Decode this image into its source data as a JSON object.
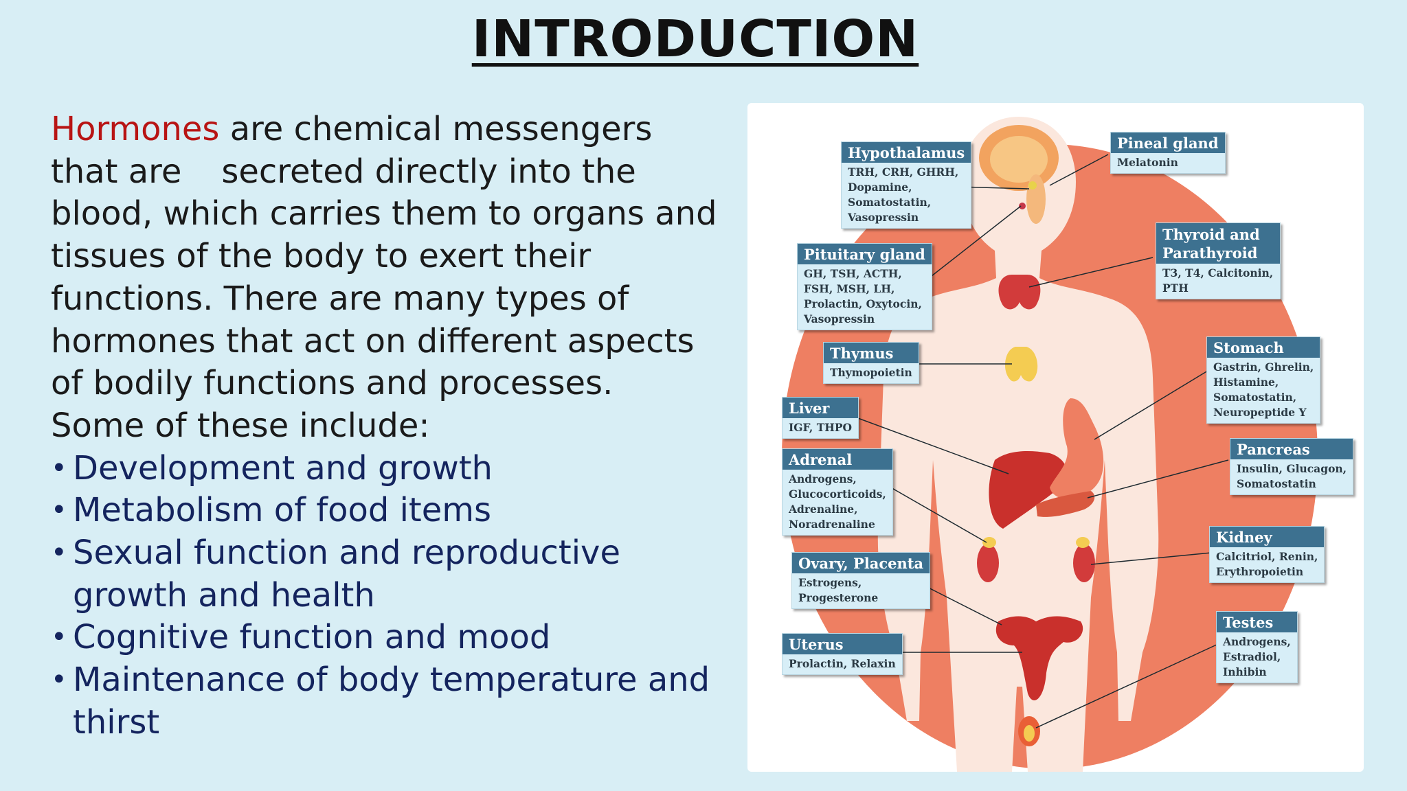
{
  "title": "INTRODUCTION",
  "intro": {
    "highlight": "Hormones",
    "line1_rest": " are chemical messengers",
    "line2a": "that are",
    "line2b": "secreted directly into the",
    "rest": "blood, which carries them to organs and tissues of the body to exert their functions. There are many types of hormones that act on different aspects of bodily functions and processes.",
    "lead": "Some of these include:"
  },
  "bullets": [
    "Development and growth",
    "Metabolism of food items",
    "Sexual function and reproductive growth and health",
    "Cognitive function and mood",
    "Maintenance of body temperature and thirst"
  ],
  "diagram": {
    "labels": {
      "hypothalamus": {
        "name": "Hypothalamus",
        "hormones": [
          "TRH, CRH, GHRH,",
          "Dopamine,",
          "Somatostatin,",
          "Vasopressin"
        ]
      },
      "pituitary": {
        "name": "Pituitary gland",
        "hormones": [
          "GH, TSH, ACTH,",
          "FSH, MSH, LH,",
          "Prolactin, Oxytocin,",
          "Vasopressin"
        ]
      },
      "thymus": {
        "name": "Thymus",
        "hormones": [
          "Thymopoietin"
        ]
      },
      "liver": {
        "name": "Liver",
        "hormones": [
          "IGF, THPO"
        ]
      },
      "adrenal": {
        "name": "Adrenal",
        "hormones": [
          "Androgens,",
          "Glucocorticoids,",
          "Adrenaline,",
          "Noradrenaline"
        ]
      },
      "ovary": {
        "name": "Ovary, Placenta",
        "hormones": [
          "Estrogens,",
          "Progesterone"
        ]
      },
      "uterus": {
        "name": "Uterus",
        "hormones": [
          "Prolactin, Relaxin"
        ]
      },
      "pineal": {
        "name": "Pineal gland",
        "hormones": [
          "Melatonin"
        ]
      },
      "thyroid": {
        "name": "Thyroid and Parathyroid",
        "hormones": [
          "T3, T4, Calcitonin, PTH"
        ]
      },
      "stomach": {
        "name": "Stomach",
        "hormones": [
          "Gastrin, Ghrelin,",
          "Histamine,",
          "Somatostatin,",
          "Neuropeptide Y"
        ]
      },
      "pancreas": {
        "name": "Pancreas",
        "hormones": [
          "Insulin, Glucagon,",
          "Somatostatin"
        ]
      },
      "kidney": {
        "name": "Kidney",
        "hormones": [
          "Calcitriol, Renin,",
          "Erythropoietin"
        ]
      },
      "testes": {
        "name": "Testes",
        "hormones": [
          "Androgens,",
          "Estradiol,",
          "Inhibin"
        ]
      }
    },
    "colors": {
      "body": "#ee7f62",
      "silhouette": "#fbe7dd",
      "box_header": "#3d7190",
      "box_bg": "#d7eef7"
    }
  }
}
